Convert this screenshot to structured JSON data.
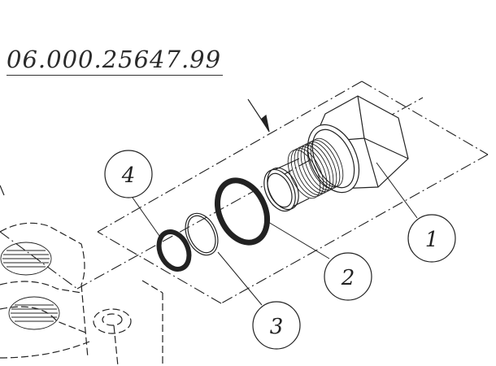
{
  "drawing": {
    "part_number": "06.000.25647.99",
    "type": "exploded view assembly"
  },
  "callouts": [
    {
      "id": "1",
      "label": "1",
      "part": "hex fitting / threaded adapter"
    },
    {
      "id": "2",
      "label": "2",
      "part": "large o-ring"
    },
    {
      "id": "3",
      "label": "3",
      "part": "backup ring"
    },
    {
      "id": "4",
      "label": "4",
      "part": "small o-ring"
    }
  ],
  "colors": {
    "line": "#222222",
    "background": "#ffffff"
  }
}
